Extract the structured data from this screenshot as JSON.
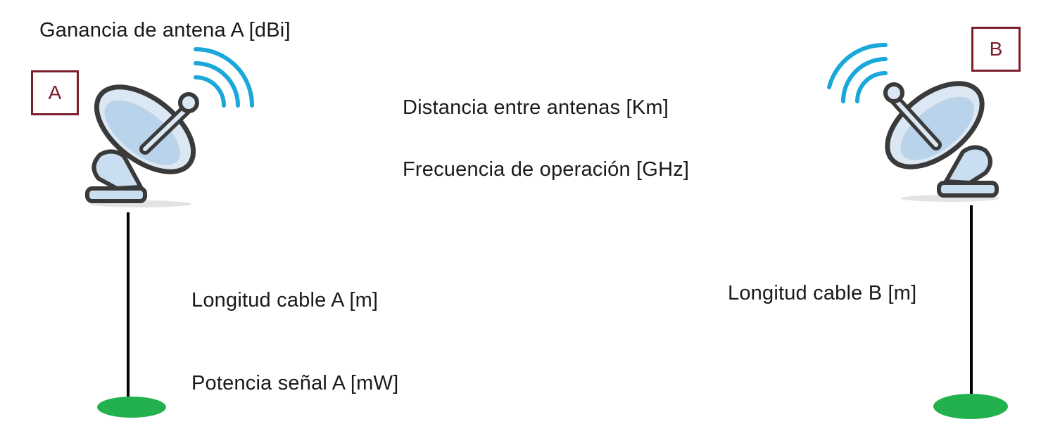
{
  "labels": {
    "gain_a": "Ganancia de antena A [dBi]",
    "distance": "Distancia entre antenas [Km]",
    "frequency": "Frecuencia de operación [GHz]",
    "cable_a": "Longitud cable A [m]",
    "power_a": "Potencia señal A [mW]",
    "cable_b": "Longitud cable B [m]"
  },
  "tags": {
    "a": "A",
    "b": "B"
  },
  "icons": {
    "antenna": "satellite-dish-icon",
    "signal": "wifi-signal-icon"
  },
  "colors": {
    "tag_border": "#7a1f2b",
    "signal": "#1aa7d9",
    "ground": "#22b14c",
    "dish_fill": "#c9def0",
    "dish_outline": "#3a3a3a"
  }
}
